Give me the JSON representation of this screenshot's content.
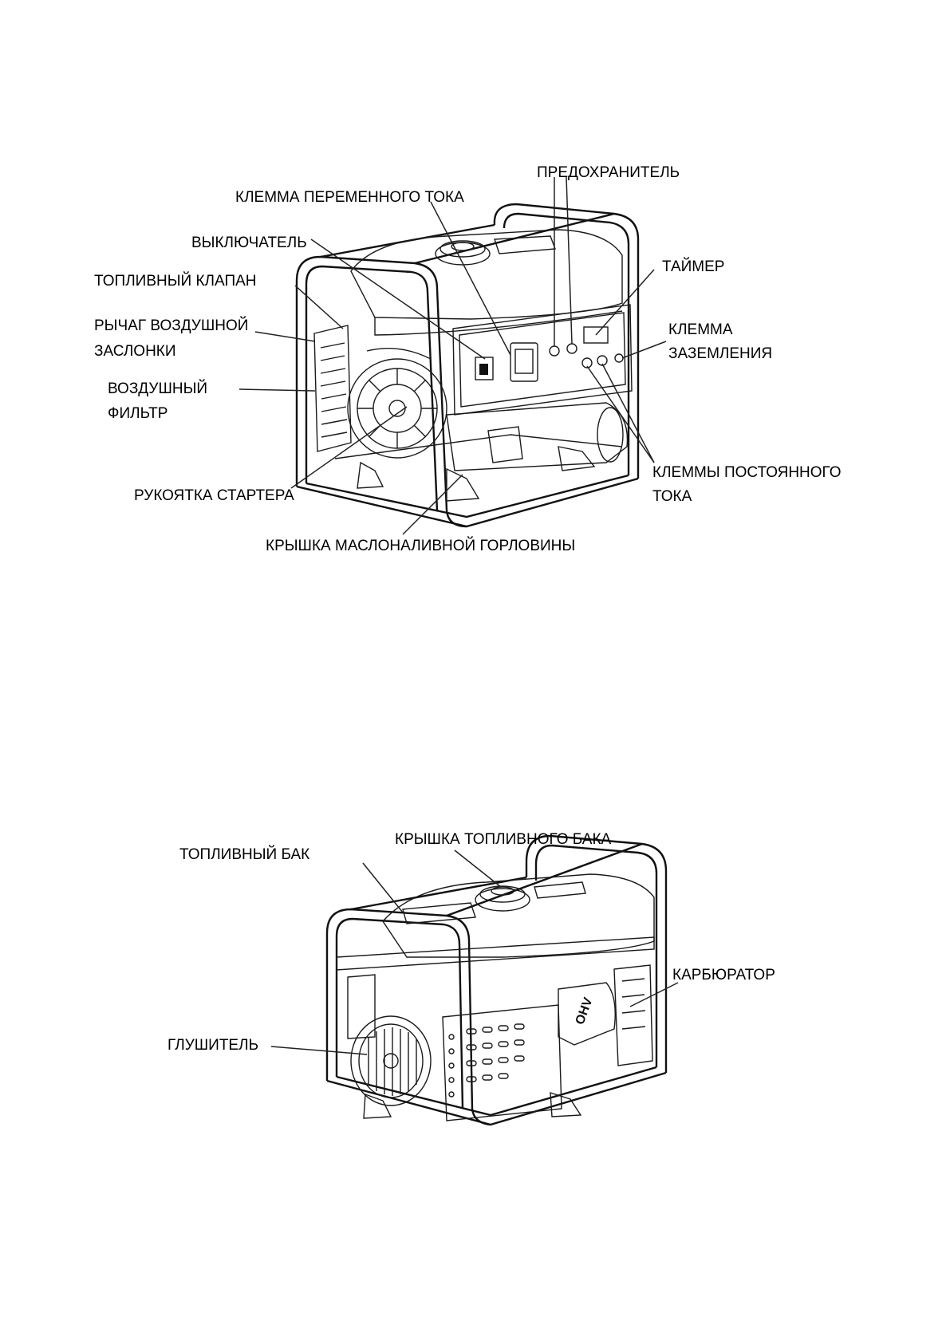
{
  "figure1": {
    "labels": {
      "ac_terminal": "КЛЕММА ПЕРЕМЕННОГО ТОКА",
      "fuse": "ПРЕДОХРАНИТЕЛЬ",
      "switch": "ВЫКЛЮЧАТЕЛЬ",
      "fuel_valve": "ТОПЛИВНЫЙ КЛАПАН",
      "timer": "ТАЙМЕР",
      "choke_line1": "РЫЧАГ ВОЗДУШНОЙ",
      "choke_line2": "ЗАСЛОНКИ",
      "ground_line1": "КЛЕММА",
      "ground_line2": "ЗАЗЕМЛЕНИЯ",
      "air_filter_line1": "ВОЗДУШНЫЙ",
      "air_filter_line2": "ФИЛЬТР",
      "dc_line1": "КЛЕММЫ ПОСТОЯННОГО",
      "dc_line2": "ТОКА",
      "starter": "РУКОЯТКА СТАРТЕРА",
      "oil_cap": "КРЫШКА МАСЛОНАЛИВНОЙ ГОРЛОВИНЫ"
    }
  },
  "figure2": {
    "labels": {
      "fuel_tank": "ТОПЛИВНЫЙ БАК",
      "fuel_cap": "КРЫШКА ТОПЛИВНОГО БАКА",
      "carburetor": "КАРБЮРАТОР",
      "muffler": "ГЛУШИТЕЛЬ",
      "brand_mark": "OHV"
    }
  }
}
